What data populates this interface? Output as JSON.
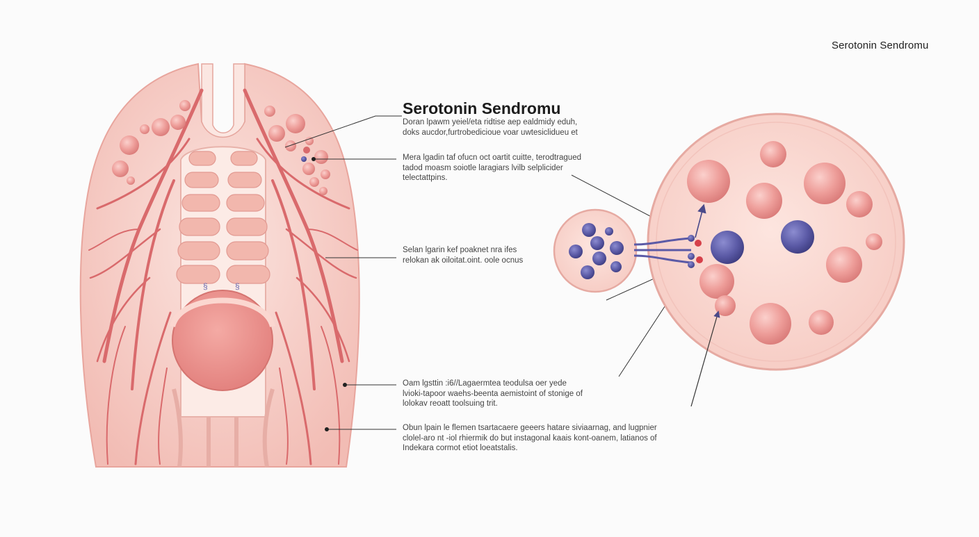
{
  "corner_title": "Serotonin Sendromu",
  "main_title": "Serotonin Sendromu",
  "annotations": [
    {
      "lines": [
        "Doran lpawm yeiel/eta ridtise aep ealdmidy eduh,",
        "doks aucdor,furtrobedicioue voar uwtesiclidueu et"
      ]
    },
    {
      "lines": [
        "Mera lgadin taf ofucn oct oartit cuitte, terodtragued",
        "tadod moasm soiotle laragiars lvilb selplicider",
        "telectattpins."
      ]
    },
    {
      "lines": [
        "Selan lgarin kef poaknet nra ifes",
        "relokan ak oiloitat.oint. oole ocnus"
      ]
    },
    {
      "lines": [
        "Oam lgsttin :i6//Lagaermtea teodulsa oer yede",
        "lvioki-tapoor waehs-beenta aemistoint of stonige of",
        "lolokav reoatt toolsuing trit."
      ]
    },
    {
      "lines": [
        "Obun lpain le flemen tsartacaere geeers hatare siviaarnag, and lugpnier",
        "clolel-aro nt -iol rhiermik do but instagonal kaais kont-oanem, latianos of",
        "Indekara cormot etiot loeatstalis."
      ]
    }
  ],
  "palette": {
    "tissue": "#f5c7c0",
    "tissue_dark": "#ea9f9a",
    "vessel": "#d96a6c",
    "cell": "#ef8f8f",
    "serotonin": "#5b5aa6",
    "leader": "#333333"
  }
}
